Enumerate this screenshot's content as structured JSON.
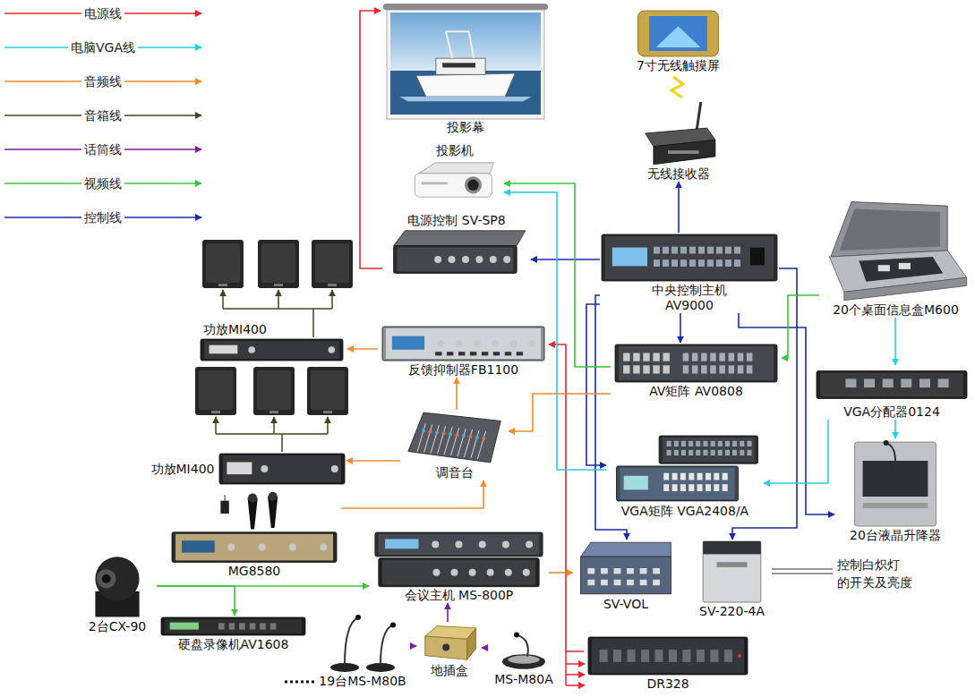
{
  "diagram": {
    "nodes": [
      {
        "text": [
          "投影幕"
        ]
      },
      {
        "text": [
          "投影机"
        ]
      },
      {
        "text": [
          "7寸无线触摸屏"
        ]
      },
      {
        "text": [
          "无线接收器"
        ]
      },
      {
        "text": [
          "电源控制 SV-SP8"
        ]
      },
      {
        "text": [
          "中央控制主机 AV9000"
        ]
      },
      {
        "text": [
          "20个桌面信息盒M600"
        ]
      },
      {
        "text": [
          "功放MI400"
        ]
      },
      {
        "text": [
          "反馈抑制器FB1100"
        ]
      },
      {
        "text": [
          "AV矩阵 AV0808"
        ]
      },
      {
        "text": [
          "VGA分配器0124"
        ]
      },
      {
        "text": [
          "功放MI400"
        ]
      },
      {
        "text": [
          "调音台"
        ]
      },
      {
        "text": [
          "VGA矩阵 VGA2408/A"
        ]
      },
      {
        "text": [
          "20台液晶升降器"
        ]
      },
      {
        "text": [
          "MG8580"
        ]
      },
      {
        "text": [
          "会议主机 MS-800P"
        ]
      },
      {
        "text": [
          "SV-VOL"
        ]
      },
      {
        "text": [
          "SV-220-4A"
        ]
      },
      {
        "text": [
          "2台CX-90"
        ]
      },
      {
        "text": [
          "硬盘录像机AV1608"
        ]
      },
      {
        "text": [
          "19台MS-M80B"
        ]
      },
      {
        "text": [
          "地插盒"
        ]
      },
      {
        "text": [
          "MS-M80A"
        ]
      },
      {
        "text": [
          "DR328"
        ]
      }
    ],
    "edges": [
      {
        "from": 5,
        "to": 4,
        "arrow": "to"
      },
      {
        "from": 5,
        "to": 3,
        "arrow": "to"
      },
      {
        "from": 5,
        "to": 9,
        "arrow": "to"
      },
      {
        "from": 4,
        "to": 0,
        "arrow": "to"
      },
      {
        "from": 24,
        "to": 8,
        "arrow": "to"
      },
      {
        "from": 5,
        "to": 13,
        "arrow": "to"
      },
      {
        "from": 5,
        "to": 17,
        "arrow": "to"
      },
      {
        "from": 5,
        "to": 18,
        "arrow": "to"
      },
      {
        "from": 5,
        "to": 14,
        "arrow": "to"
      },
      {
        "from": 6,
        "to": 10,
        "arrow": "to"
      },
      {
        "from": 10,
        "to": 14,
        "arrow": "to"
      },
      {
        "from": 10,
        "to": 13,
        "arrow": "to"
      },
      {
        "from": 13,
        "to": 1,
        "arrow": "to"
      },
      {
        "from": 6,
        "to": 9,
        "arrow": "to"
      },
      {
        "from": 9,
        "to": 1,
        "arrow": "to"
      },
      {
        "from": 9,
        "to": 12,
        "arrow": "to"
      },
      {
        "from": 12,
        "to": 8,
        "arrow": "to"
      },
      {
        "from": 8,
        "to": 7,
        "arrow": "to"
      },
      {
        "from": 12,
        "to": 11,
        "arrow": "to"
      },
      {
        "from": 15,
        "to": 12,
        "arrow": "to"
      },
      {
        "from": 16,
        "to": 17,
        "arrow": "to"
      },
      {
        "from": 19,
        "to": 16,
        "arrow": "to"
      },
      {
        "from": 19,
        "to": 20,
        "arrow": "to"
      },
      {
        "from": 22,
        "to": 16,
        "arrow": "to"
      },
      {
        "from": 21,
        "to": 22,
        "arrow": "to"
      },
      {
        "from": 23,
        "to": 22,
        "arrow": "to"
      }
    ],
    "labels": [
      "控制白炽灯 的开关及亮度"
    ],
    "legend": [
      {
        "text": "电源线",
        "color": "#e8262b"
      },
      {
        "text": "电脑VGA线",
        "color": "#22d0e0"
      },
      {
        "text": "音频线",
        "color": "#f28c28"
      },
      {
        "text": "音箱线",
        "color": "#3b4a1e"
      },
      {
        "text": "话筒线",
        "color": "#7b1fa2"
      },
      {
        "text": "视频线",
        "color": "#39c739"
      },
      {
        "text": "控制线",
        "color": "#1b2aa8"
      }
    ]
  }
}
